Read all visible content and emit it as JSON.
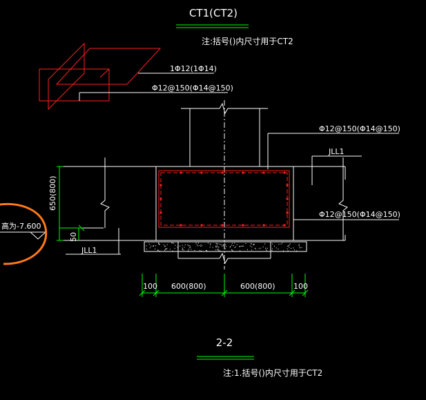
{
  "drawing": {
    "title_top": "CT1(CT2)",
    "note_top": "注:括号()内尺寸用于CT2",
    "rebar_main": "1Φ12(1Φ14)",
    "rebar_stirrup_top": "Φ12@150(Φ14@150)",
    "rebar_stirrup_right_top": "Φ12@150(Φ14@150)",
    "rebar_stirrup_right_mid": "Φ12@150(Φ14@150)",
    "beam_label_right": "JLL1",
    "beam_label_left": "JLL1",
    "dim_height": "650(800)",
    "dim_50": "50",
    "dim_100_left": "100",
    "dim_600_left": "600(800)",
    "dim_600_right": "600(800)",
    "dim_100_right": "100",
    "elevation_text": "高为-7.600",
    "section_title": "2-2",
    "note_bottom": "注:1.括号()内尺寸用于CT2"
  },
  "colors": {
    "background": "#000000",
    "line": "#ffffff",
    "dimension": "#00ff00",
    "rebar": "#ff2020",
    "highlight": "#ff7a1a"
  }
}
